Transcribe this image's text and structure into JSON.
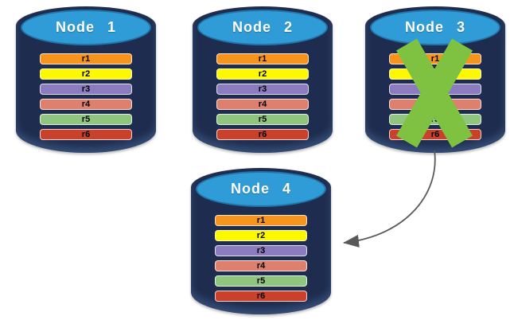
{
  "diagram": {
    "nodes": [
      {
        "label": "Node 1",
        "failed": false
      },
      {
        "label": "Node 2",
        "failed": false
      },
      {
        "label": "Node 3",
        "failed": true
      },
      {
        "label": "Node 4",
        "failed": false
      }
    ],
    "rows": [
      "r1",
      "r2",
      "r3",
      "r4",
      "r5",
      "r6"
    ],
    "row_colors": [
      "#F7941E",
      "#FCF800",
      "#8B7CC0",
      "#DF7F6E",
      "#8FC57E",
      "#C9412B"
    ],
    "failed_node": "Node 3",
    "failure_mark": "green-x",
    "arrow": {
      "from": "Node 3",
      "to": "Node 4"
    },
    "colors": {
      "cylinder_body": "#1E2D4F",
      "cylinder_top": "#2F9CD8",
      "fail_x": "#7FC241",
      "arrow": "#595959",
      "bar_text": "#000000",
      "title_text": "#FFFFFF"
    }
  }
}
